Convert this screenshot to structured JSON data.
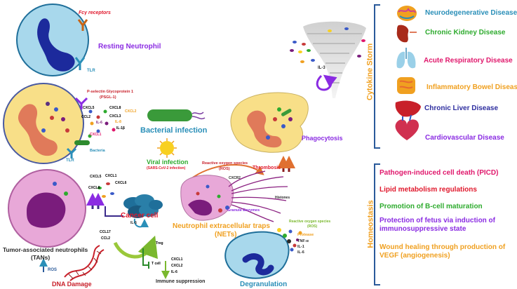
{
  "colors": {
    "purple": "#8a2be2",
    "teal": "#2a8fb8",
    "green": "#2eab2e",
    "orange": "#f0a020",
    "red": "#e0182c",
    "pink": "#e0186c",
    "dark_red": "#c8202a",
    "navy": "#2d2d9f",
    "cell_blue": "#a8d8ec",
    "cell_yellow": "#f8df88",
    "cell_pink": "#e8a8d8",
    "nucleus_navy": "#1c2a9c",
    "nucleus_salmon": "#e07a5a",
    "nucleus_purple": "#7a1c7c"
  },
  "labels": {
    "fcy_receptors": "Fcγ receptors",
    "tlr_top": "TLR",
    "resting_neutrophil": "Resting Neutrophil",
    "psgl_line1": "P-selectin Glycoprotein 1",
    "psgl_line2": "(PSGL-1)",
    "cxcl5": "CXCL5",
    "cxcl8": "CXCL8",
    "ccl2": "CCL2",
    "cxcl3": "CXCL3",
    "cxcl2": "CXCL2",
    "il6": "IL-6",
    "il1b": "IL-1β",
    "il8": "IL-8",
    "cxcl1": "CXCL1",
    "bacteria": "Bacteria",
    "tlr_mid": "TLR",
    "bacterial_infection": "Bacterial infection",
    "viral_line1": "Viral infection",
    "viral_line2": "(SARS-CoV-2 infection)",
    "phagocytosis": "Phagocytosis",
    "il3": "IL-3",
    "ros_line1": "Reactive oxygen species",
    "ros_line2": "(ROS)",
    "thrombosis": "Thrombosis",
    "cxcr2": "CXCR2",
    "histones": "Histones",
    "granule_enzymes": "Granule Enzymes",
    "nets_line1": "Neutrophil extracellular traps",
    "nets_line2": "(NETs)",
    "tan_cxcl5": "CXCL5",
    "tan_cxcl1": "CXCL1",
    "tan_cxcl6": "CXCL6",
    "tan_cxcl8": "CXCL8",
    "cancer_cell": "Cancer cell",
    "il6_cancer": "IL-6",
    "ccl17": "CCL17",
    "ccl2_tan": "CCL2",
    "treg": "Treg",
    "tcell": "T cell",
    "tc_cxcl1": "CXCL1",
    "tc_cxcl2": "CXCL2",
    "tc_il6": "IL-6",
    "tan_line1": "Tumor-associated neutrophils",
    "tan_line2": "(TANs)",
    "ros_small": "ROS",
    "dna_damage": "DNA Damage",
    "immune_suppression": "Immune suppression",
    "degran_ros_line1": "Reactive oxygen species",
    "degran_ros_line2": "(ROS)",
    "protease": "Protease",
    "tnfa": "TNF-α",
    "il1": "IL-1",
    "il6_degran": "IL-6",
    "degranulation": "Degranulation",
    "cytokine_storm": "Cytokine Storm",
    "homeostasis": "Homeostasis"
  },
  "cytokine_storm_items": [
    {
      "label": "Neurodegenerative Diseases",
      "color": "#2a8fb8",
      "icon": "brain-icon"
    },
    {
      "label": "Chronic Kidney Disease",
      "color": "#2eab2e",
      "icon": "kidney-icon"
    },
    {
      "label": "Acute Respiratory Disease",
      "color": "#e0186c",
      "icon": "lungs-icon"
    },
    {
      "label": "Inflammatory Bowel Disease",
      "color": "#f0a020",
      "icon": "intestine-icon"
    },
    {
      "label": "Chronic Liver Disease",
      "color": "#2d2d9f",
      "icon": "liver-icon"
    },
    {
      "label": "Cardiovascular Disease",
      "color": "#8a2be2",
      "icon": "heart-icon"
    }
  ],
  "homeostasis_items": [
    {
      "lines": [
        "Pathogen-induced cell death (PICD)"
      ],
      "color": "#e0186c"
    },
    {
      "lines": [
        "Lipid metabolism regulations"
      ],
      "color": "#e0182c"
    },
    {
      "lines": [
        "Promotion of B-cell maturation"
      ],
      "color": "#2eab2e"
    },
    {
      "lines": [
        "Protection of fetus via induction of",
        "immunosuppressive state"
      ],
      "color": "#8a2be2"
    },
    {
      "lines": [
        "Wound healing through production of",
        "VEGF (angiogenesis)"
      ],
      "color": "#f0a020"
    }
  ]
}
